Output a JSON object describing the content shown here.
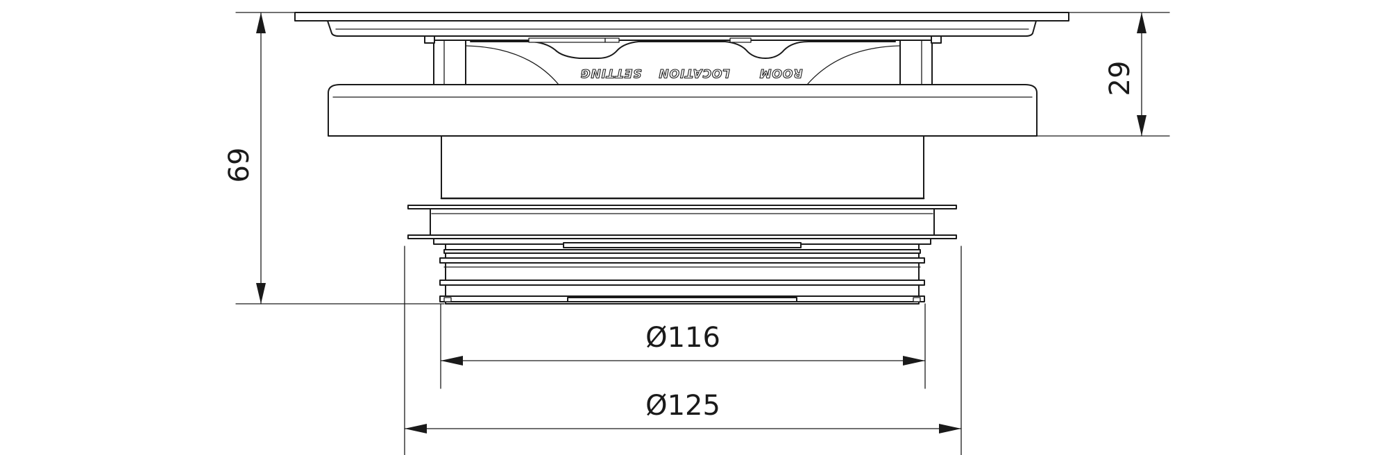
{
  "dimensions": {
    "total_height": "69",
    "cap_height": "29",
    "inner_diameter": "Ø116",
    "outer_diameter": "Ø125"
  },
  "embossed_labels": {
    "left": "SETTING",
    "center": "LOCATION",
    "right": "ROOM"
  },
  "colors": {
    "line": "#1a1a1a",
    "background": "#ffffff"
  }
}
